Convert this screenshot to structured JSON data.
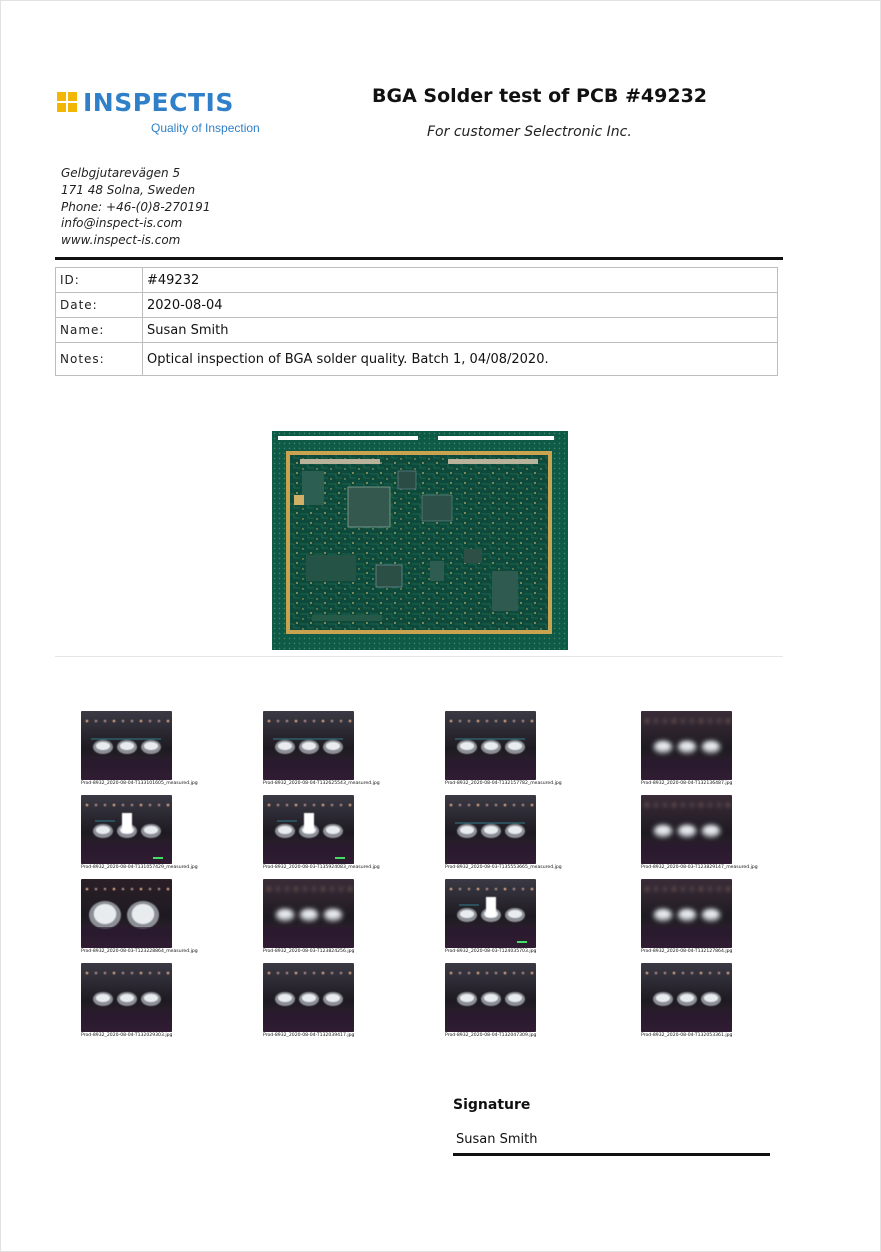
{
  "brand": {
    "name": "INSPECTIS",
    "tagline": "Quality of Inspection",
    "color": "#2f80c8",
    "mark_color": "#f2b705"
  },
  "header": {
    "title": "BGA Solder test of PCB #49232",
    "subtitle": "For customer Selectronic Inc."
  },
  "address": {
    "street": "Gelbgjutarevägen 5",
    "city": "171 48 Solna, Sweden",
    "phone": "Phone: +46-(0)8-270191",
    "email": "info@inspect-is.com",
    "web": "www.inspect-is.com"
  },
  "info": [
    {
      "label": "ID:",
      "value": "#49232"
    },
    {
      "label": "Date:",
      "value": "2020-08-04"
    },
    {
      "label": "Name:",
      "value": "Susan Smith"
    },
    {
      "label": "Notes:",
      "value": "Optical inspection of BGA solder quality. Batch 1, 04/08/2020."
    }
  ],
  "images": [
    {
      "caption": "Prod-8932_2020-08-04-T133101605_measured.jpg",
      "variant": "measured"
    },
    {
      "caption": "Prod-8932_2020-08-04-T132625543_measured.jpg",
      "variant": "measured"
    },
    {
      "caption": "Prod-8932_2020-08-04-T132157782_measured.jpg",
      "variant": "measured"
    },
    {
      "caption": "Prod-8932_2020-08-04-T132136487.jpg",
      "variant": "blur"
    },
    {
      "caption": "Prod-8932_2020-08-04-T131057429_measured.jpg",
      "variant": "bright"
    },
    {
      "caption": "Prod-8932_2020-08-03-T135924083_measured.jpg",
      "variant": "bright"
    },
    {
      "caption": "Prod-8932_2020-08-03-T135553665_measured.jpg",
      "variant": "measured"
    },
    {
      "caption": "Prod-8932_2020-08-03-T123829147_measured.jpg",
      "variant": "blur"
    },
    {
      "caption": "Prod-8932_2020-08-03-T123228864_measured.jpg",
      "variant": "glare"
    },
    {
      "caption": "Prod-8932_2020-08-03-T123824256.jpg",
      "variant": "blur"
    },
    {
      "caption": "Prod-8932_2020-08-03-T124035703.jpg",
      "variant": "bright"
    },
    {
      "caption": "Prod-8932_2020-08-04-T132127864.jpg",
      "variant": "blur"
    },
    {
      "caption": "Prod-8932_2020-08-04-T132029303.jpg",
      "variant": "plain"
    },
    {
      "caption": "Prod-8932_2020-08-04-T132039417.jpg",
      "variant": "plain"
    },
    {
      "caption": "Prod-8932_2020-08-04-T132047309.jpg",
      "variant": "plain"
    },
    {
      "caption": "Prod-8932_2020-08-04-T132053361.jpg",
      "variant": "plain"
    }
  ],
  "signature": {
    "label": "Signature",
    "name": "Susan Smith"
  }
}
